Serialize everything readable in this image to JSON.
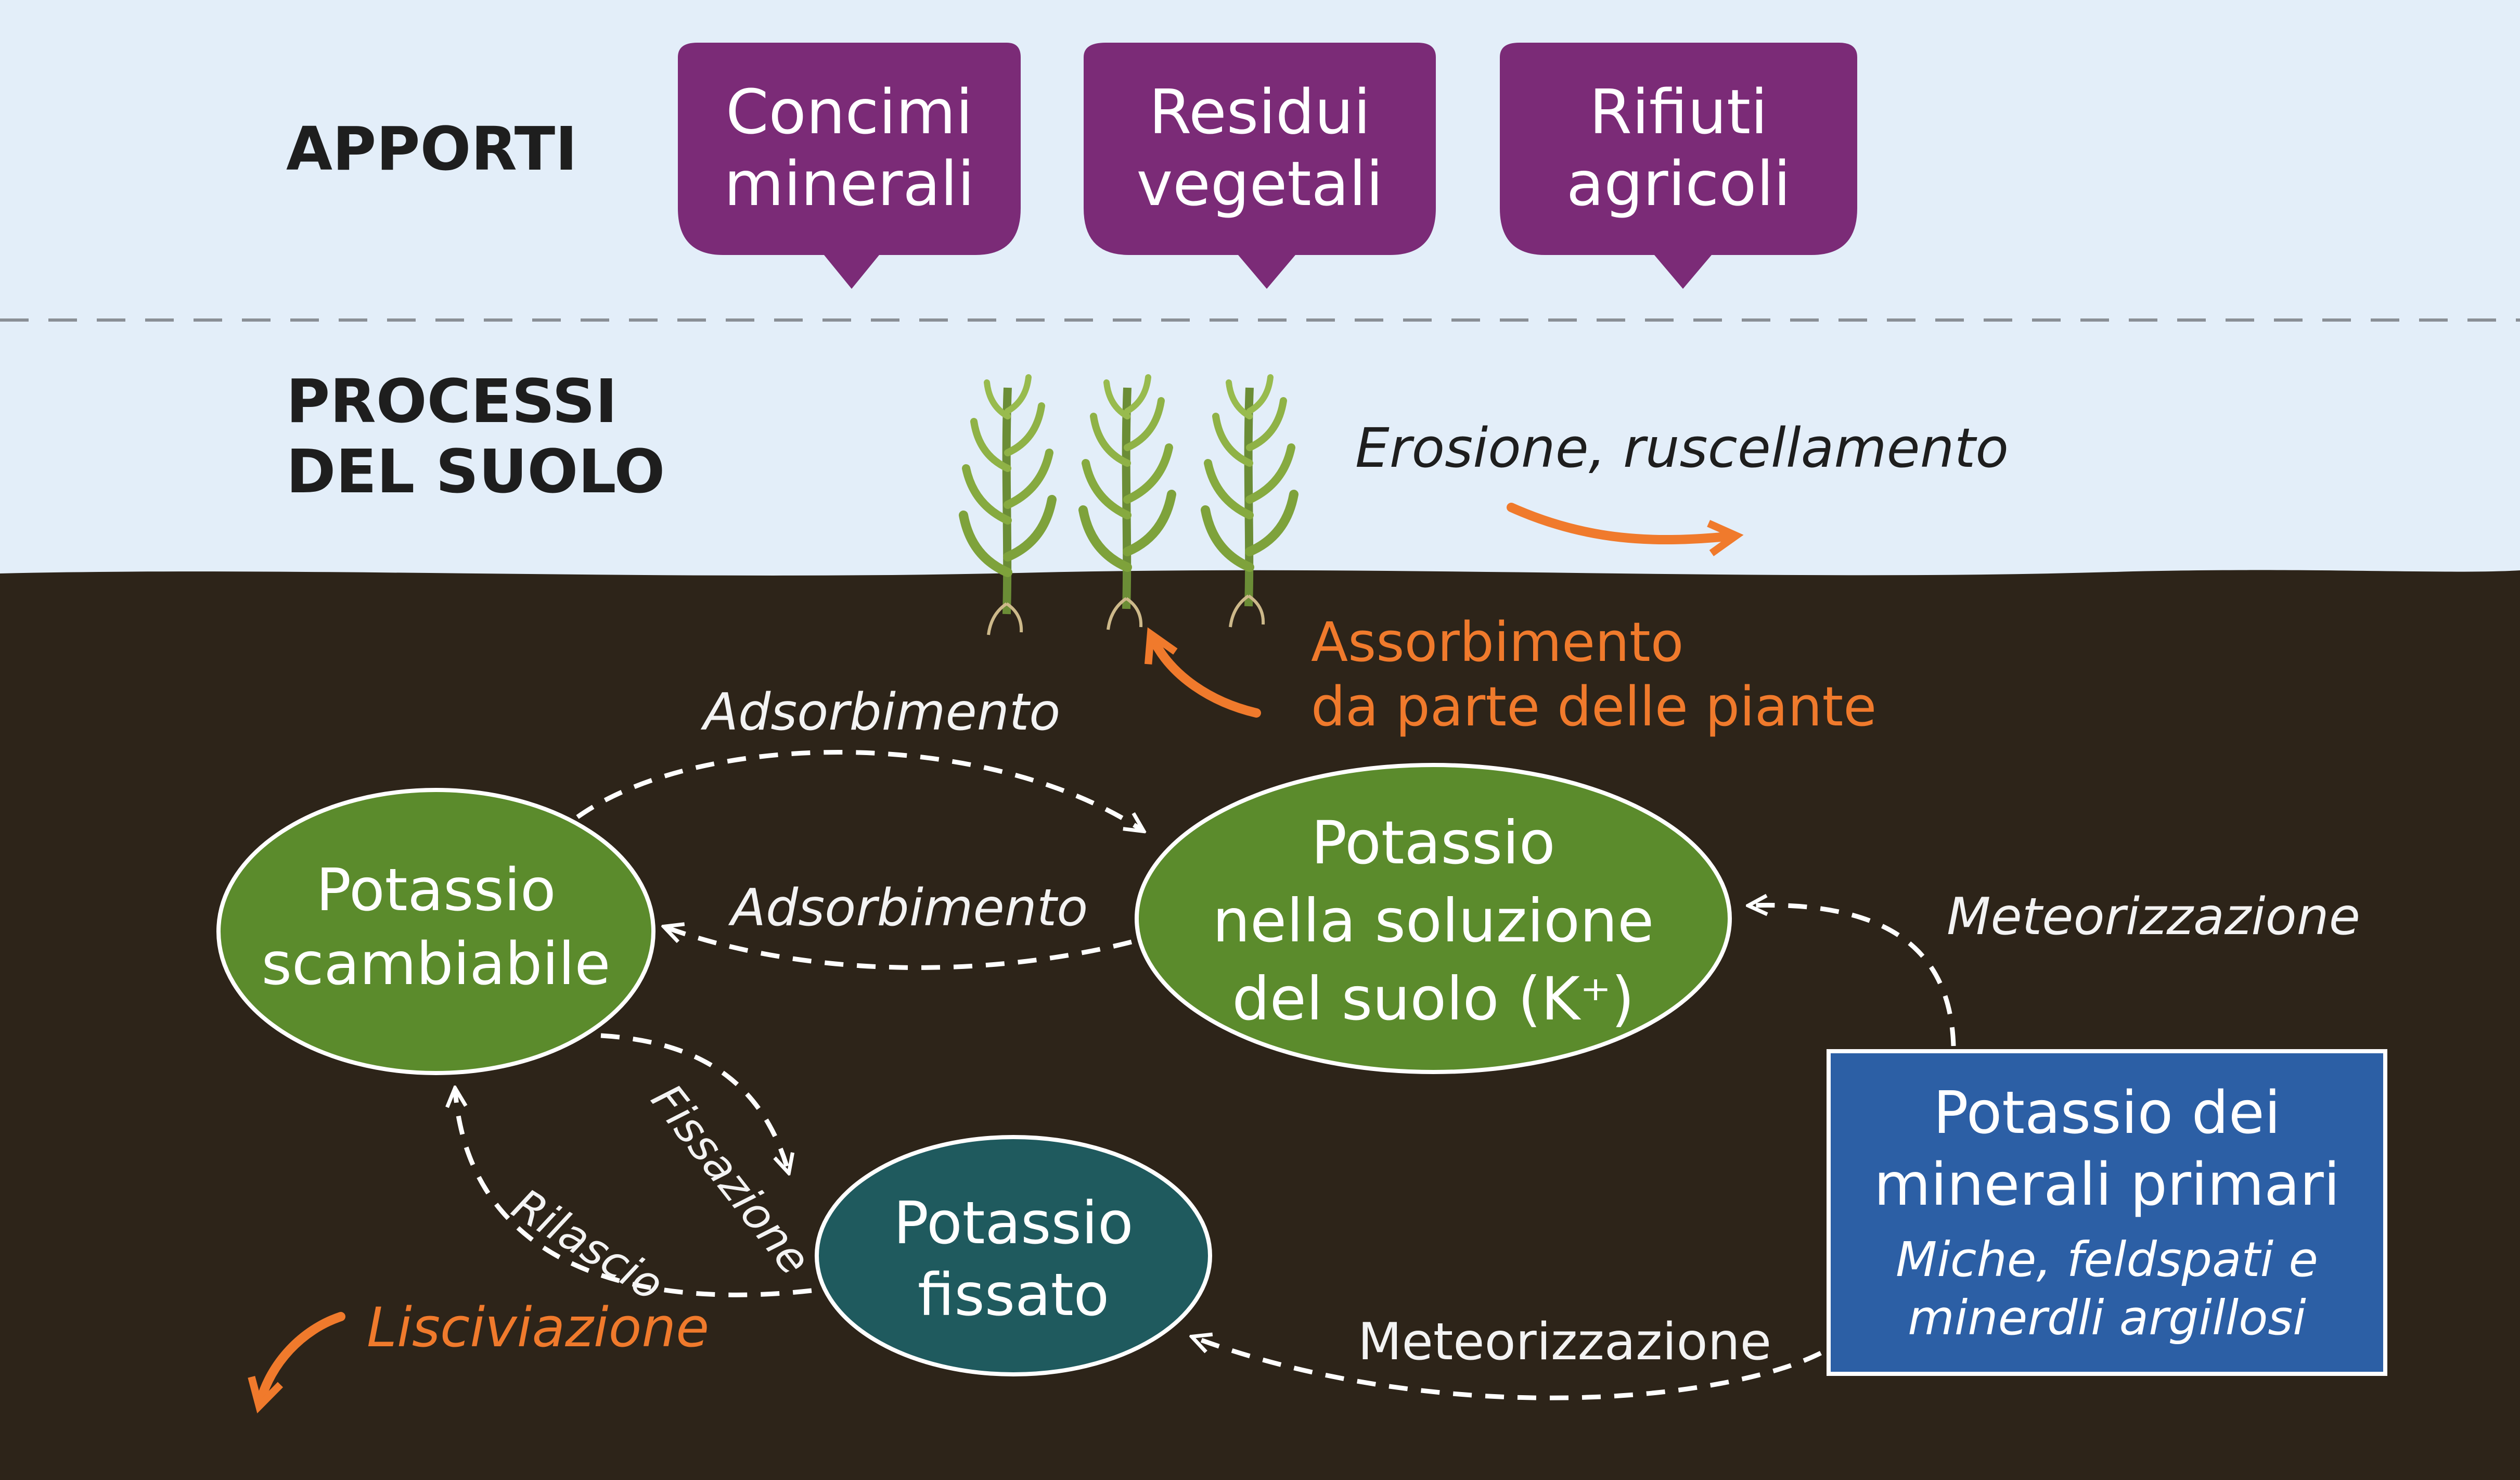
{
  "sections": {
    "inputs_label": "APPORTI",
    "soil_processes_label": "PROCESSI\nDEL SUOLO"
  },
  "inputs": [
    {
      "label": "Concimi\nminerali"
    },
    {
      "label": "Residui\nvegetali"
    },
    {
      "label": "Rifiuti\nagricoli"
    }
  ],
  "pools": {
    "exchangeable": "Potassio\nscambiabile",
    "solution": "Potassio\nnella soluzione\ndel suolo (K⁺)",
    "fixed": "Potassio\nfissato",
    "primary_minerals": {
      "title": "Potassio dei\nminerali primari",
      "subtitle": "Miche, feldspati e\nminerdli argillosi"
    }
  },
  "processes": {
    "erosion": "Erosione, ruscellamento",
    "plant_uptake": "Assorbimento\nda parte delle piante",
    "adsorption_top": "Adsorbimento",
    "adsorption_bottom": "Adsorbimento",
    "fixation": "Fissazione",
    "release": "Rilascio",
    "leaching": "Lisciviazione",
    "weathering_right": "Meteorizzazione",
    "weathering_bottom": "Meteorizzazione"
  },
  "colors": {
    "sky": "#e3eef9",
    "soil": "#2d2419",
    "input_bubble": "#7b2b77",
    "pool_green": "#5b8b2c",
    "pool_teal": "#1f5a5e",
    "primary_box": "#2c5fa5",
    "orange_accent": "#f07a2c"
  }
}
